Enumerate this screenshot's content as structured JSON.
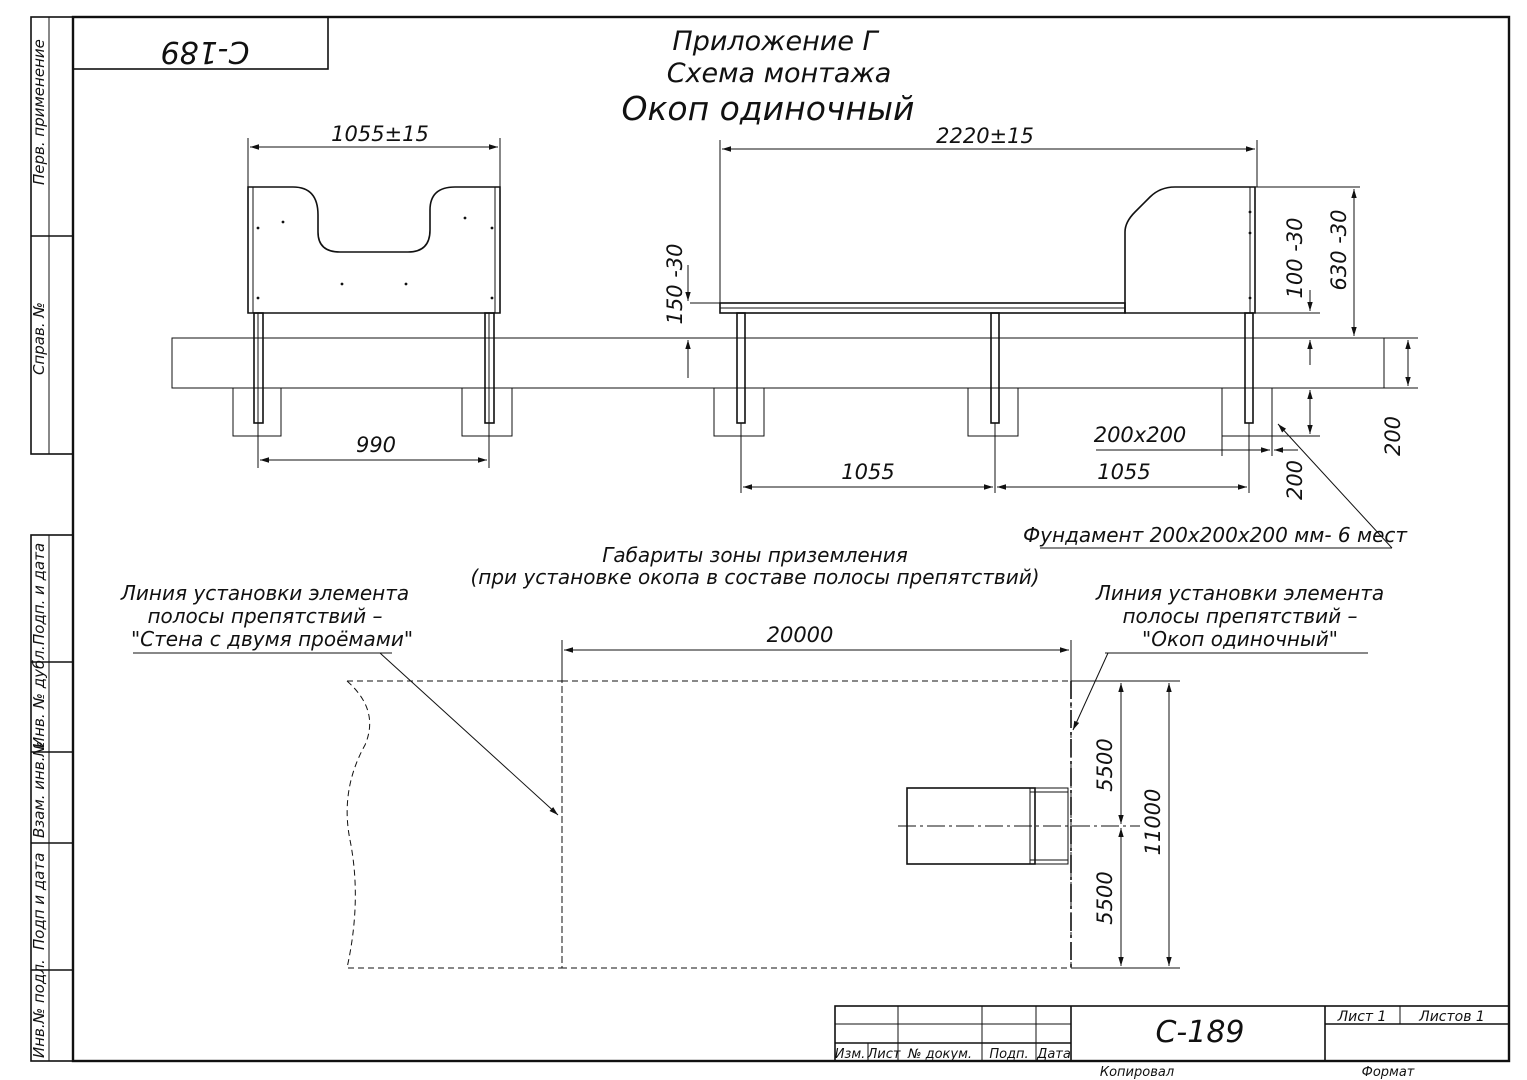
{
  "stamp_top": "С-189",
  "title": {
    "line1": "Приложение Г",
    "line2": "Схема монтажа",
    "line3": "Окоп одиночный"
  },
  "side_labels": {
    "perv": "Перв. применение",
    "sprav": "Справ. №",
    "podp_data1": "Подп. и дата",
    "inv_dubl": "Инв. № дубл.",
    "vzam": "Взам. инв.№",
    "podp_data2": "Подп и дата",
    "inv_podl": "Инв.№ подл."
  },
  "dimensions": {
    "front_width": "1055±15",
    "side_length": "2220±15",
    "clearance": "150 -30",
    "rail_height": "100 -30",
    "total_height": "630 -30",
    "front_span": "990",
    "post_spacing_1": "1055",
    "post_spacing_2": "1055",
    "foundation_size": "200x200",
    "foundation_depth_v1": "200",
    "foundation_depth_v2": "200",
    "zone_length": "20000",
    "zone_half_top": "5500",
    "zone_half_bottom": "5500",
    "zone_width": "11000"
  },
  "notes": {
    "foundation": "Фундамент 200x200x200 мм- 6 мест",
    "zone_title": "Габариты зоны приземления",
    "zone_sub": "(при установке окопа в составе полосы препятствий)",
    "left_line1": "Линия установки элемента",
    "left_line2": "полосы препятствий –",
    "left_line3": "\"Стена с двумя проёмами\"",
    "right_line1": "Линия установки элемента",
    "right_line2": "полосы препятствий –",
    "right_line3": "\"Окоп одиночный\""
  },
  "title_block": {
    "designation": "С-189",
    "sheet": "Лист 1",
    "sheets": "Листов 1",
    "izm": "Изм.",
    "list": "Лист",
    "doc_no": "№ докум.",
    "podp": "Подп.",
    "data": "Дата",
    "copied": "Копировал",
    "format": "Формат"
  }
}
